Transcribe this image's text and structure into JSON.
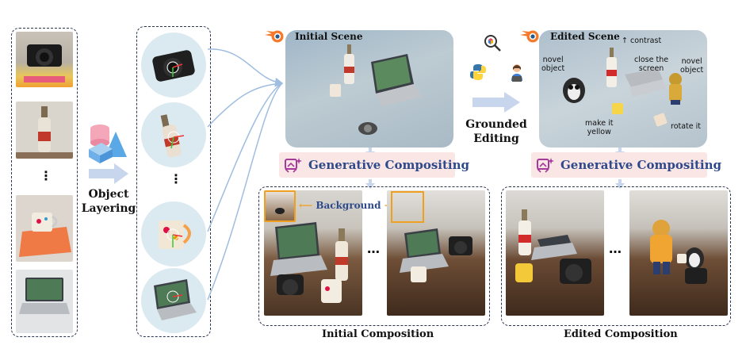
{
  "labels": {
    "object_layering": "Object\nLayering",
    "initial_scene": "Initial Scene",
    "edited_scene": "Edited Scene",
    "grounded_editing": "Grounded\nEditing",
    "generative_compositing_1": "Generative Compositing",
    "generative_compositing_2": "Generative Compositing",
    "background": "Background",
    "initial_composition": "Initial Composition",
    "edited_composition": "Edited Composition",
    "ellipsis_mid": "⋮",
    "ellipsis_initial": "…",
    "ellipsis_edited": "…"
  },
  "edit_annotations": {
    "contrast": "↑ contrast",
    "novel_object_left": "novel\nobject",
    "close_screen": "close the\nscreen",
    "novel_object_right": "novel\nobject",
    "make_yellow": "make it\nyellow",
    "rotate": "rotate it"
  },
  "colors": {
    "dash_border": "#2a3550",
    "accent_blue": "#2e4a8a",
    "gc_background": "#fbe6e6",
    "arrow_blue": "#c7d6ec",
    "orange": "#f0a020",
    "curve_blue": "#9fbde0"
  },
  "icons": [
    "blender-icon",
    "search-icon",
    "python-icon",
    "user-laptop-icon",
    "compositing-icon",
    "shapes-icon"
  ]
}
